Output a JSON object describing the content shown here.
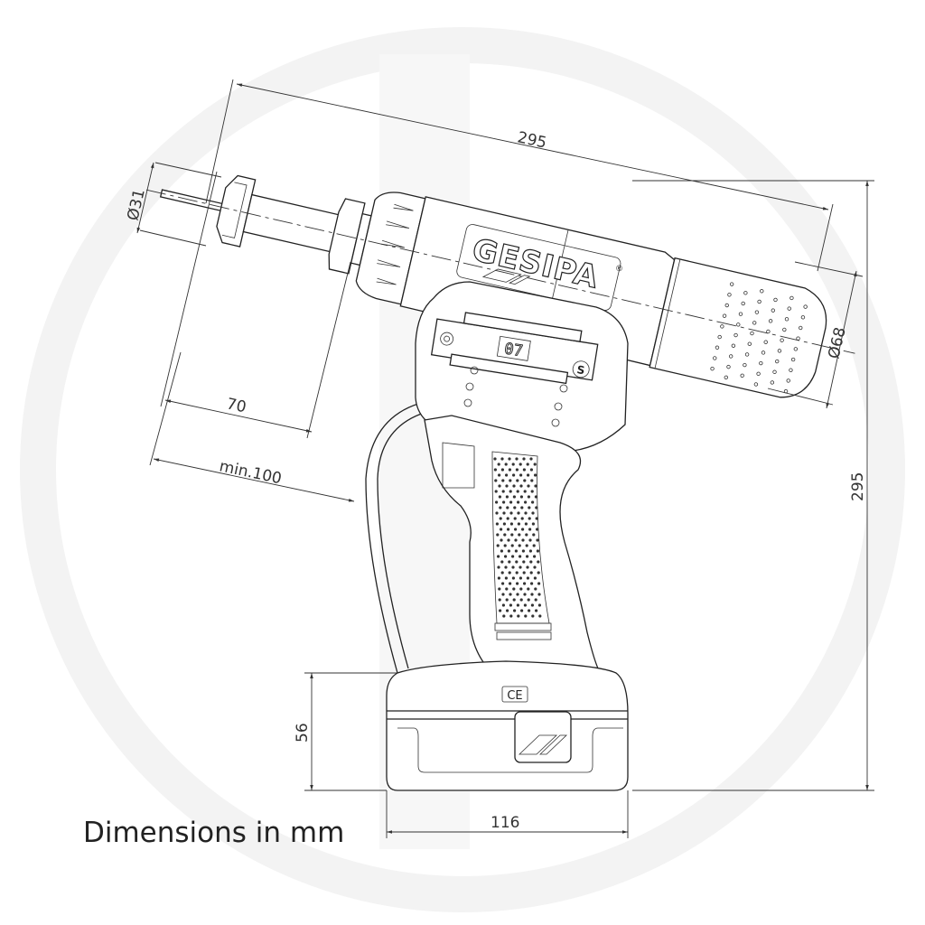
{
  "caption": "Dimensions in mm",
  "dimensions": {
    "overall_length": "295",
    "overall_height": "295",
    "nose_diameter": "Ø31",
    "motor_diameter": "Ø68",
    "clearance_70": "70",
    "clearance_min": "min.100",
    "battery_height": "56",
    "battery_width": "116"
  },
  "tool": {
    "brand_label": "GESIPA",
    "registered_mark": "®",
    "counter_display": "07",
    "switch_label": "S",
    "ce_mark": "CE"
  },
  "colors": {
    "line": "#222222",
    "background": "#ffffff",
    "watermark": "#f4f4f4"
  }
}
